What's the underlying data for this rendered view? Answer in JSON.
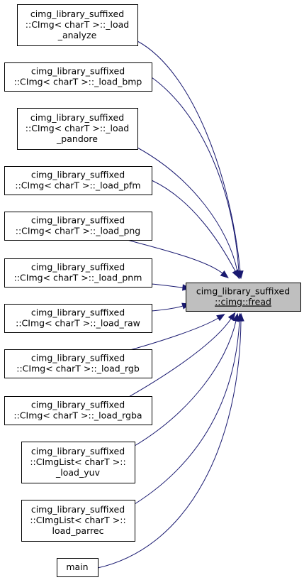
{
  "target": {
    "lines": [
      "cimg_library_suffixed",
      "::cimg::fread"
    ]
  },
  "callers": [
    {
      "lines": [
        "cimg_library_suffixed",
        "::CImg< charT >::_load",
        "_analyze"
      ]
    },
    {
      "lines": [
        "cimg_library_suffixed",
        "::CImg< charT >::_load_bmp"
      ]
    },
    {
      "lines": [
        "cimg_library_suffixed",
        "::CImg< charT >::_load",
        "_pandore"
      ]
    },
    {
      "lines": [
        "cimg_library_suffixed",
        "::CImg< charT >::_load_pfm"
      ]
    },
    {
      "lines": [
        "cimg_library_suffixed",
        "::CImg< charT >::_load_png"
      ]
    },
    {
      "lines": [
        "cimg_library_suffixed",
        "::CImg< charT >::_load_pnm"
      ]
    },
    {
      "lines": [
        "cimg_library_suffixed",
        "::CImg< charT >::_load_raw"
      ]
    },
    {
      "lines": [
        "cimg_library_suffixed",
        "::CImg< charT >::_load_rgb"
      ]
    },
    {
      "lines": [
        "cimg_library_suffixed",
        "::CImg< charT >::_load_rgba"
      ]
    },
    {
      "lines": [
        "cimg_library_suffixed",
        "::CImgList< charT >::",
        "_load_yuv"
      ]
    },
    {
      "lines": [
        "cimg_library_suffixed",
        "::CImgList< charT >::",
        "load_parrec"
      ]
    },
    {
      "lines": [
        "main"
      ]
    }
  ],
  "colors": {
    "edge": "#191970",
    "target_fill": "#bfbfbf",
    "node_fill": "#ffffff",
    "border": "#000000"
  }
}
